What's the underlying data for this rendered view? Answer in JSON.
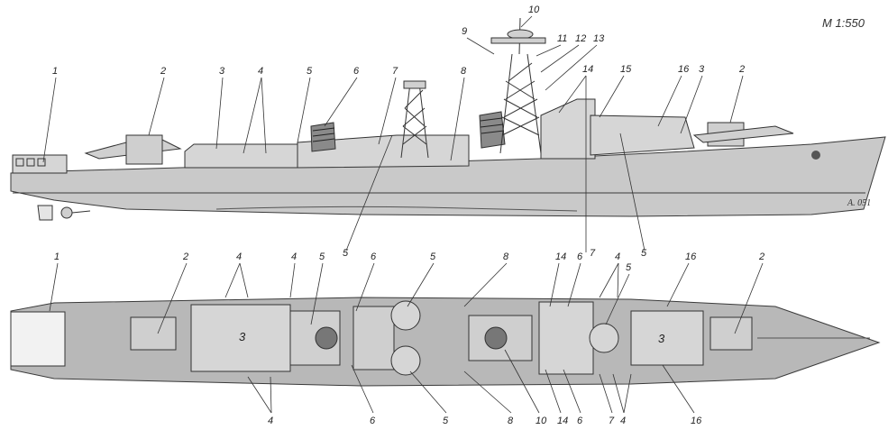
{
  "scale_label": "M 1:550",
  "signature": "A. 051",
  "callouts": {
    "profile": [
      "1",
      "2",
      "3",
      "4",
      "5",
      "6",
      "7",
      "8",
      "9",
      "10",
      "11",
      "12",
      "13",
      "14",
      "15",
      "16",
      "3",
      "2",
      "5",
      "7",
      "5"
    ],
    "plan_top": [
      "1",
      "2",
      "4",
      "4",
      "5",
      "6",
      "5",
      "8",
      "14",
      "6",
      "4",
      "5",
      "16",
      "2"
    ],
    "plan_inner": [
      "3",
      "3"
    ],
    "plan_bottom": [
      "4",
      "6",
      "5",
      "8",
      "10",
      "14",
      "6",
      "7",
      "4",
      "16"
    ]
  },
  "colors": {
    "hull": "#c9c9c9",
    "deck": "#b8b8b8",
    "superstructure": "#d6d6d6",
    "lines": "#3a3a3a"
  }
}
